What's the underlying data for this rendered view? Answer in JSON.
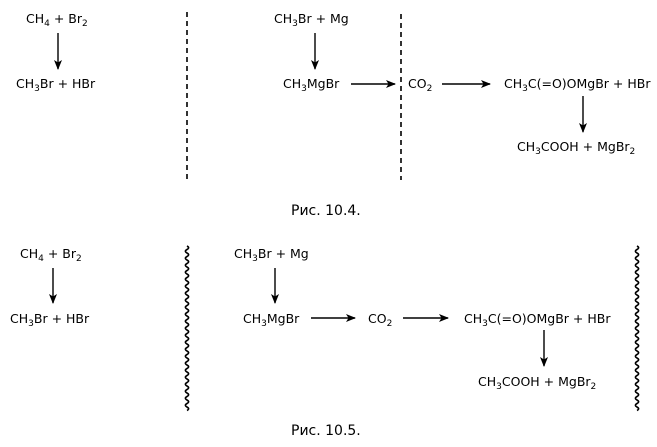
{
  "figure_104": {
    "caption": "Рис. 10.4.",
    "left": {
      "reactants": "CH₄ + Br₂",
      "products": "CH₃Br + HBr"
    },
    "right": {
      "reactants": "CH₃Br + Mg",
      "grignard": "CH₃MgBr",
      "reagent": "CO₂",
      "intermediate": "CH₃C(=O)OMgBr + HBr",
      "products": "CH₃COOH + MgBr₂"
    }
  },
  "figure_105": {
    "caption": "Рис. 10.5.",
    "left": {
      "reactants": "CH₄ + Br₂",
      "products": "CH₃Br + HBr"
    },
    "right": {
      "reactants": "CH₃Br + Mg",
      "grignard": "CH₃MgBr",
      "reagent": "CO₂",
      "intermediate": "CH₃C(=O)OMgBr + HBr",
      "products": "CH₃COOH + MgBr₂"
    }
  }
}
